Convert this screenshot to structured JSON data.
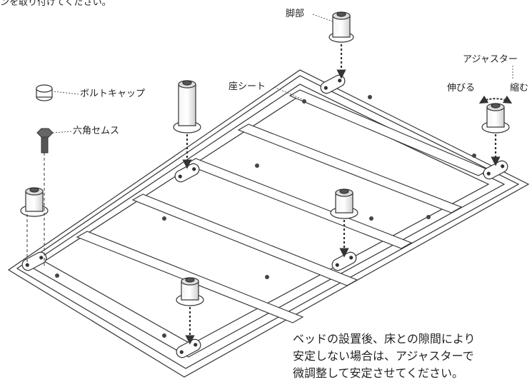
{
  "header_fragment": "ンを取り付けてください。",
  "labels": {
    "leg": "脚部",
    "adjuster": "アジャスター",
    "extend": "伸びる",
    "shrink": "縮む",
    "seat_sheet": "座シート",
    "bolt_cap": "ボルトキャップ",
    "hex_bolt": "六角セムス"
  },
  "note_lines": [
    "ベッドの設置後、床との隙間により",
    "安定しない場合は、アジャスターで",
    "微調整して安定させてください。"
  ]
}
